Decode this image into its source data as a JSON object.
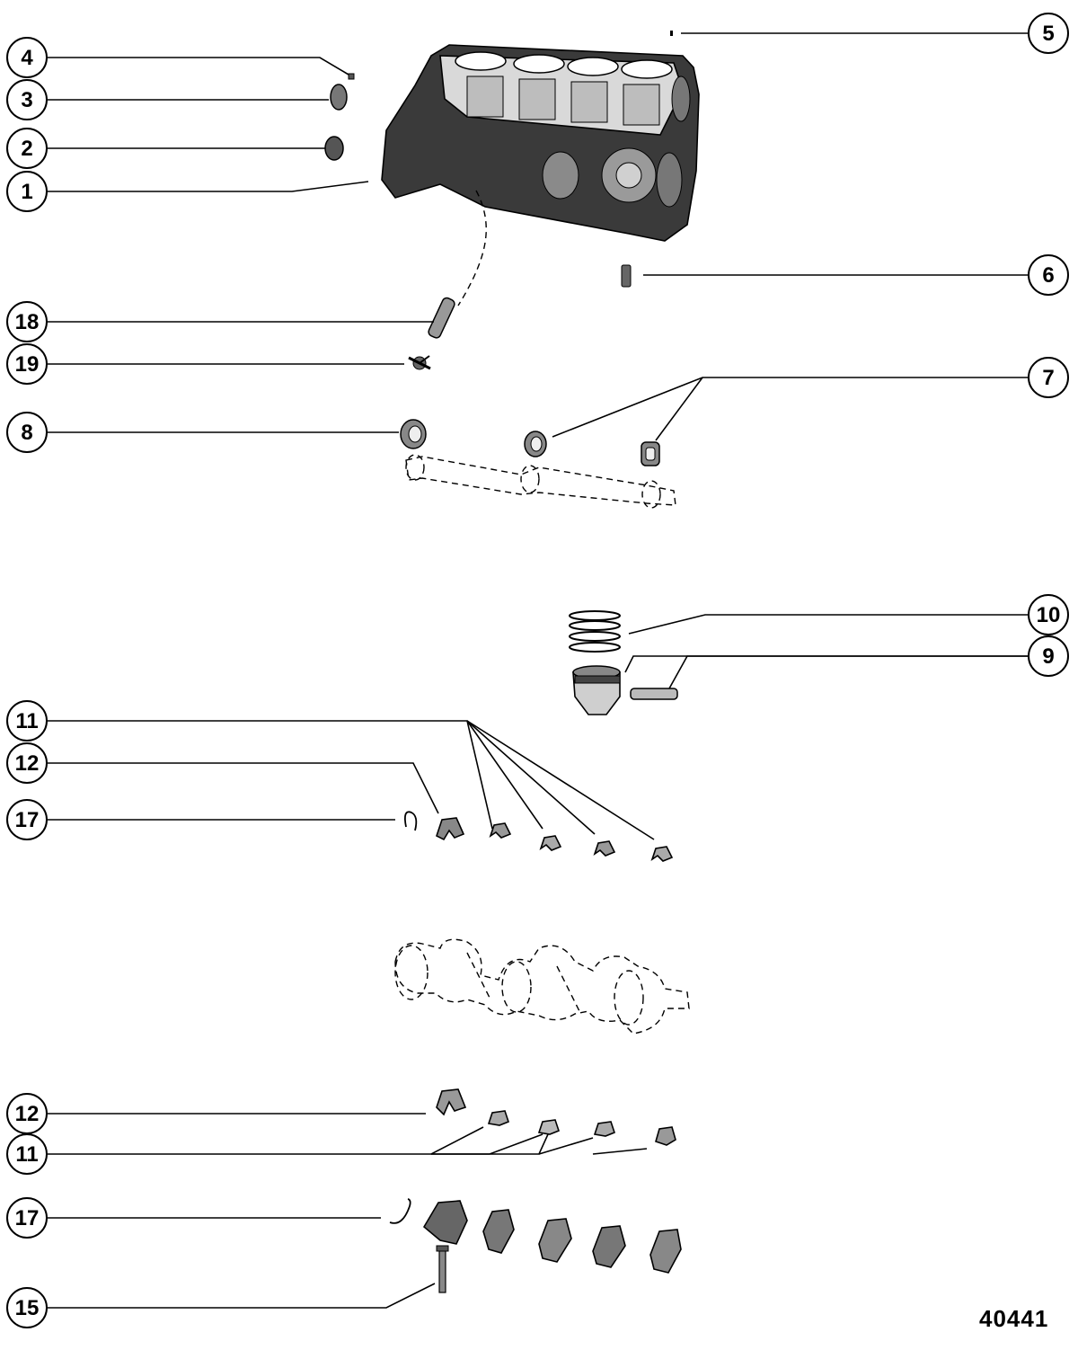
{
  "figure_number": "40441",
  "callouts": [
    {
      "id": "c4a",
      "label": "4"
    },
    {
      "id": "c3a",
      "label": "3"
    },
    {
      "id": "c2a",
      "label": "2"
    },
    {
      "id": "c1a",
      "label": "1"
    },
    {
      "id": "c5a",
      "label": "5"
    },
    {
      "id": "c6a",
      "label": "6"
    },
    {
      "id": "c18a",
      "label": "18"
    },
    {
      "id": "c19a",
      "label": "19"
    },
    {
      "id": "c7a",
      "label": "7"
    },
    {
      "id": "c8a",
      "label": "8"
    },
    {
      "id": "c10a",
      "label": "10"
    },
    {
      "id": "c9a",
      "label": "9"
    },
    {
      "id": "c11a",
      "label": "11"
    },
    {
      "id": "c12a",
      "label": "12"
    },
    {
      "id": "c17a",
      "label": "17"
    },
    {
      "id": "c12b",
      "label": "12"
    },
    {
      "id": "c11b",
      "label": "11"
    },
    {
      "id": "c17b",
      "label": "17"
    },
    {
      "id": "c15a",
      "label": "15"
    }
  ]
}
